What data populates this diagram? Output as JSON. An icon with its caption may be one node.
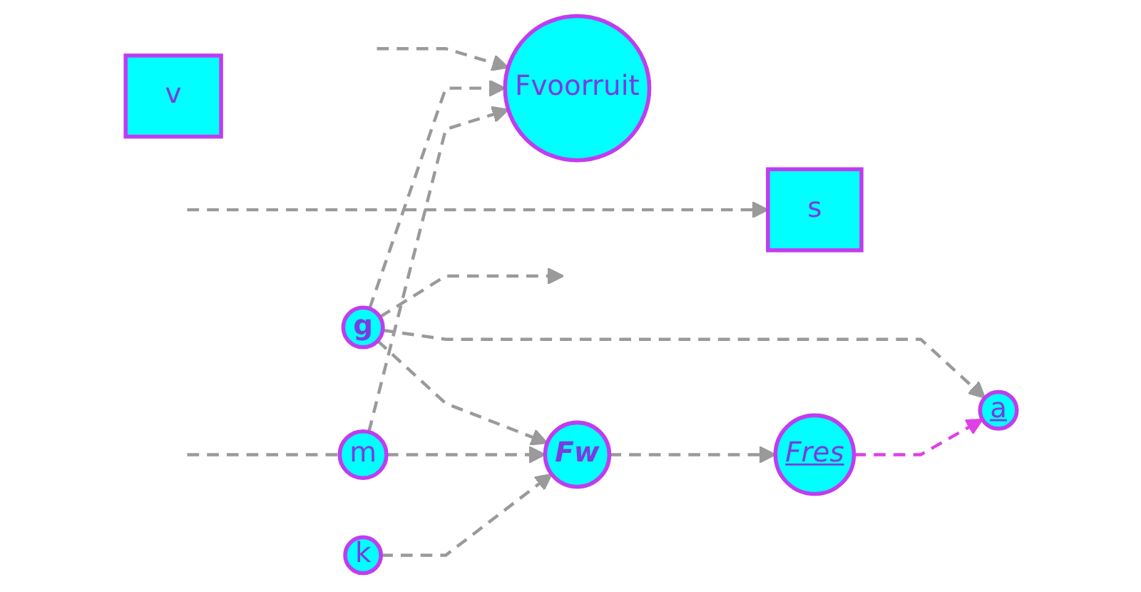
{
  "diagram": {
    "nodes": [
      {
        "text": [
          "g"
        ]
      },
      {
        "text": [
          "m"
        ]
      },
      {
        "text": [
          "Fvoorruit"
        ]
      },
      {
        "text": [
          "s"
        ]
      },
      {
        "text": [
          "Fres"
        ]
      },
      {
        "text": [
          "k"
        ]
      },
      {
        "text": [
          "Fw"
        ]
      },
      {
        "text": [
          "a"
        ]
      },
      {
        "text": [
          "v"
        ]
      }
    ],
    "edges": [
      {
        "from": 0,
        "to": null,
        "arrow": "to",
        "style": "dashed"
      },
      {
        "from": null,
        "to": 2,
        "arrow": "to",
        "style": "dashed"
      },
      {
        "from": null,
        "to": 3,
        "arrow": "to",
        "style": "dashed"
      },
      {
        "from": null,
        "to": 1,
        "arrow": "none",
        "style": "dashed"
      },
      {
        "from": 0,
        "to": 2,
        "arrow": "to",
        "style": "dashed"
      },
      {
        "from": 0,
        "to": 6,
        "arrow": "to",
        "style": "dashed"
      },
      {
        "from": 0,
        "to": 7,
        "arrow": "to",
        "style": "dashed"
      },
      {
        "from": 1,
        "to": 2,
        "arrow": "to",
        "style": "dashed"
      },
      {
        "from": 1,
        "to": 6,
        "arrow": "to",
        "style": "dashed"
      },
      {
        "from": 5,
        "to": 6,
        "arrow": "to",
        "style": "dashed"
      },
      {
        "from": 6,
        "to": 4,
        "arrow": "to",
        "style": "dashed"
      },
      {
        "from": 4,
        "to": 7,
        "arrow": "to",
        "style": "dashed",
        "color": "#e040e8"
      }
    ]
  }
}
